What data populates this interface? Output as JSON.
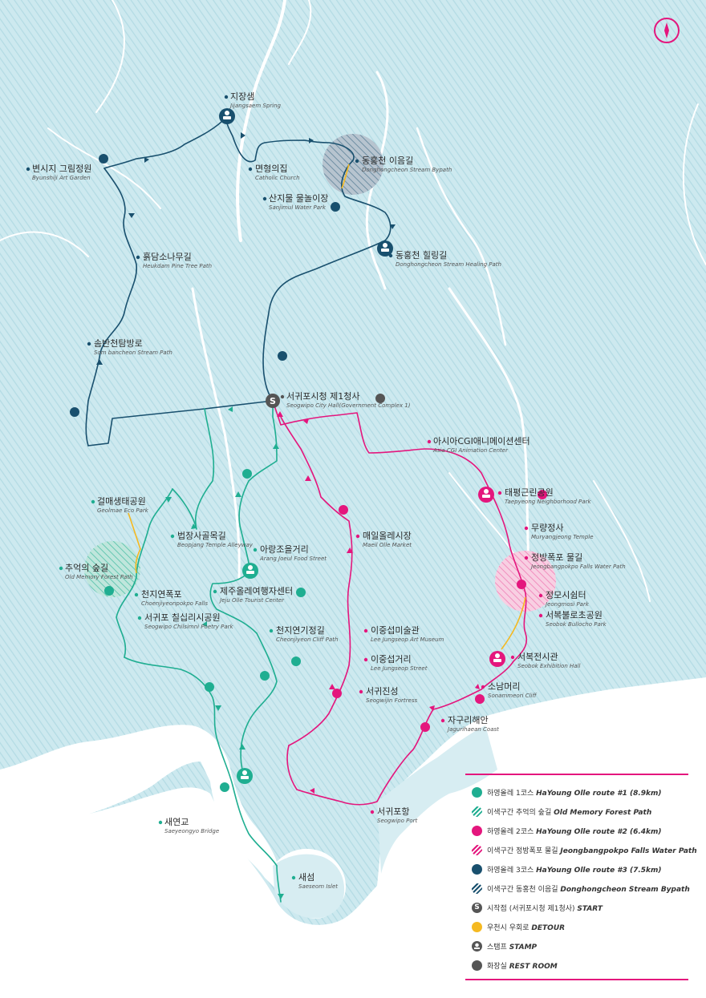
{
  "colors": {
    "route1": "#1fae91",
    "route2": "#e4167d",
    "route3": "#19506e",
    "detour": "#f5b921",
    "gray": "#555555",
    "sea": "#cde9ef",
    "water_stripe": "#a9d6e0",
    "land": "#ffffff"
  },
  "compass": {
    "icon": "compass-icon"
  },
  "places": [
    {
      "id": "jijangsaem",
      "ko": "지장샘",
      "en": "Jijangsaem Spring"
    },
    {
      "id": "myeonhyeong",
      "ko": "면형의집",
      "en": "Catholic Church"
    },
    {
      "id": "donghong-bypath",
      "ko": "동홍천 이음길",
      "en": "Donghongcheon Stream Bypath"
    },
    {
      "id": "sanjimul",
      "ko": "산지물 물놀이장",
      "en": "Sanjimul Water Park"
    },
    {
      "id": "donghong-healing",
      "ko": "동홍천 힐링길",
      "en": "Donghongcheon Stream Healing Path"
    },
    {
      "id": "byeonsiji",
      "ko": "변시지 그림정원",
      "en": "Byunshiji Art Garden"
    },
    {
      "id": "heukdam",
      "ko": "흙담소나무길",
      "en": "Heukdam Pine Tree Path"
    },
    {
      "id": "solbancheon",
      "ko": "솜반천탐방로",
      "en": "Som bancheon Stream Path"
    },
    {
      "id": "cityhall",
      "ko": "서귀포시청 제1청사",
      "en": "Seogwipo City Hall(Government Complex 1)"
    },
    {
      "id": "asia-cgi",
      "ko": "아시아CGI애니메이션센터",
      "en": "Asia CGI Animation Center"
    },
    {
      "id": "taepyeong",
      "ko": "태평근린공원",
      "en": "Taepyeong Neighborhood Park"
    },
    {
      "id": "muryang",
      "ko": "무량정사",
      "en": "Muryangjeong Temple"
    },
    {
      "id": "jeongbang-path",
      "ko": "정방폭포 물길",
      "en": "Jeongbangpokpo Falls Water Path"
    },
    {
      "id": "jeongmosi",
      "ko": "정모시쉼터",
      "en": "Jeongmosi Park"
    },
    {
      "id": "seobok-park",
      "ko": "서복불로초공원",
      "en": "Seobok Bullocho Park"
    },
    {
      "id": "seobok-hall",
      "ko": "서복전시관",
      "en": "Seobok Exhibition Hall"
    },
    {
      "id": "sonammeori",
      "ko": "소남머리",
      "en": "Sonammeori Cliff"
    },
    {
      "id": "jaguri",
      "ko": "자구리해안",
      "en": "Jagurihaean Coast"
    },
    {
      "id": "maeil",
      "ko": "매일올레시장",
      "en": "Maeil Olle Market"
    },
    {
      "id": "leejs-museum",
      "ko": "이중섭미술관",
      "en": "Lee Jungseop Art Museum"
    },
    {
      "id": "leejs-street",
      "ko": "이중섭거리",
      "en": "Lee Jungseop Street"
    },
    {
      "id": "seogwijin",
      "ko": "서귀진성",
      "en": "Seogwijin Fortress"
    },
    {
      "id": "seogwipo-port",
      "ko": "서귀포항",
      "en": "Seogwipo Port"
    },
    {
      "id": "geolmae",
      "ko": "걸매생태공원",
      "en": "Geolmae Eco Park"
    },
    {
      "id": "beopjang",
      "ko": "법장사골목길",
      "en": "Beopjang Temple Alleyway"
    },
    {
      "id": "arang",
      "ko": "아랑조을거리",
      "en": "Arang Joeul Food Street"
    },
    {
      "id": "old-memory",
      "ko": "추억의 숲길",
      "en": "Old Memory Forest Path"
    },
    {
      "id": "jeju-olle-center",
      "ko": "제주올레여행자센터",
      "en": "Jeju Olle Tourist Center"
    },
    {
      "id": "cheonjiyeon-falls",
      "ko": "천지연폭포",
      "en": "Choenjiyeonpokpo Falls"
    },
    {
      "id": "chilsimni",
      "ko": "서귀포 칠십리시공원",
      "en": "Seogwipo Chilsimni Poetry Park"
    },
    {
      "id": "cheonjiyeon-cliff",
      "ko": "천지연기정길",
      "en": "Cheonjiyeon Cliff Path"
    },
    {
      "id": "saeyeongyo",
      "ko": "새연교",
      "en": "Saeyeongyo Bridge"
    },
    {
      "id": "saeseom",
      "ko": "새섬",
      "en": "Saeseom Islet"
    }
  ],
  "legend": [
    {
      "type": "solid",
      "color": "route1",
      "text": "하영올레 1코스 ",
      "bold": "HaYoung Olle route #1 (8.9km)"
    },
    {
      "type": "stripe",
      "color": "route1",
      "text": "이색구간 추억의 숲길 ",
      "bold": "Old Memory Forest Path"
    },
    {
      "type": "solid",
      "color": "route2",
      "text": "하영올레 2코스 ",
      "bold": "HaYoung Olle route #2 (6.4km)"
    },
    {
      "type": "stripe",
      "color": "route2",
      "text": "이색구간 정방폭포 물길 ",
      "bold": "Jeongbangpokpo Falls Water Path"
    },
    {
      "type": "solid",
      "color": "route3",
      "text": "하영올레 3코스 ",
      "bold": "HaYoung Olle route #3 (7.5km)"
    },
    {
      "type": "stripe",
      "color": "route3",
      "text": "이색구간 동홍천 이음길 ",
      "bold": "Donghongcheon Stream Bypath"
    },
    {
      "type": "start",
      "color": "gray",
      "symbol": "S",
      "text": "시작점 (서귀포시청 제1청사) ",
      "bold": "START"
    },
    {
      "type": "solid",
      "color": "detour",
      "text": "우천시 우회로 ",
      "bold": "DETOUR"
    },
    {
      "type": "stamp",
      "color": "gray",
      "text": "스탬프 ",
      "bold": "STAMP"
    },
    {
      "type": "restroom",
      "color": "gray",
      "text": "화장실 ",
      "bold": "REST ROOM"
    }
  ]
}
